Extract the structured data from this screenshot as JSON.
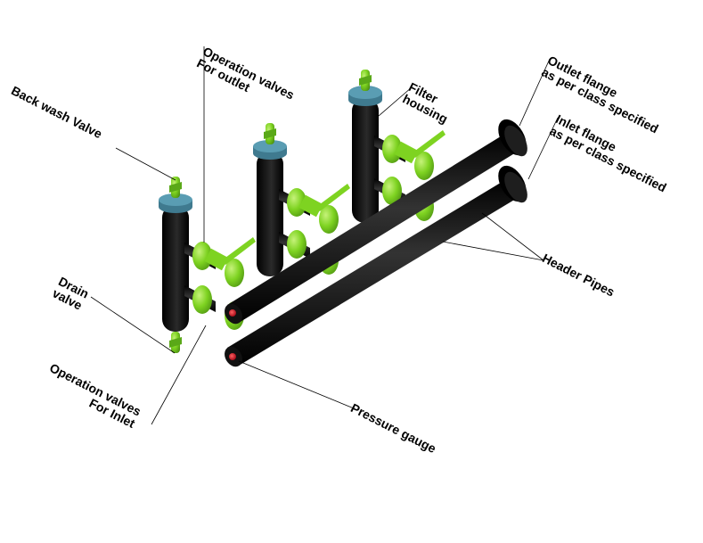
{
  "diagram": {
    "title": "Filter skid isometric layout",
    "colors": {
      "pipe": "#000000",
      "valve": "#7ed321",
      "cap": "#4f8fa6",
      "gauge": "#d0021b",
      "leader": "#000000"
    },
    "labels": {
      "back_wash_valve": "Back wash Valve",
      "op_valves_outlet_l1": "Operation valves",
      "op_valves_outlet_l2": "For outlet",
      "filter_housing_l1": "Filter",
      "filter_housing_l2": "housing",
      "outlet_flange_l1": "Outlet flange",
      "outlet_flange_l2": "as per class specified",
      "inlet_flange_l1": "Inlet flange",
      "inlet_flange_l2": "as per class specified",
      "header_pipes": "Header Pipes",
      "drain_valve_l1": "Drain",
      "drain_valve_l2": "valve",
      "op_valves_inlet_l1": "Operation valves",
      "op_valves_inlet_l2": "For Inlet",
      "pressure_gauge": "Pressure gauge"
    }
  }
}
